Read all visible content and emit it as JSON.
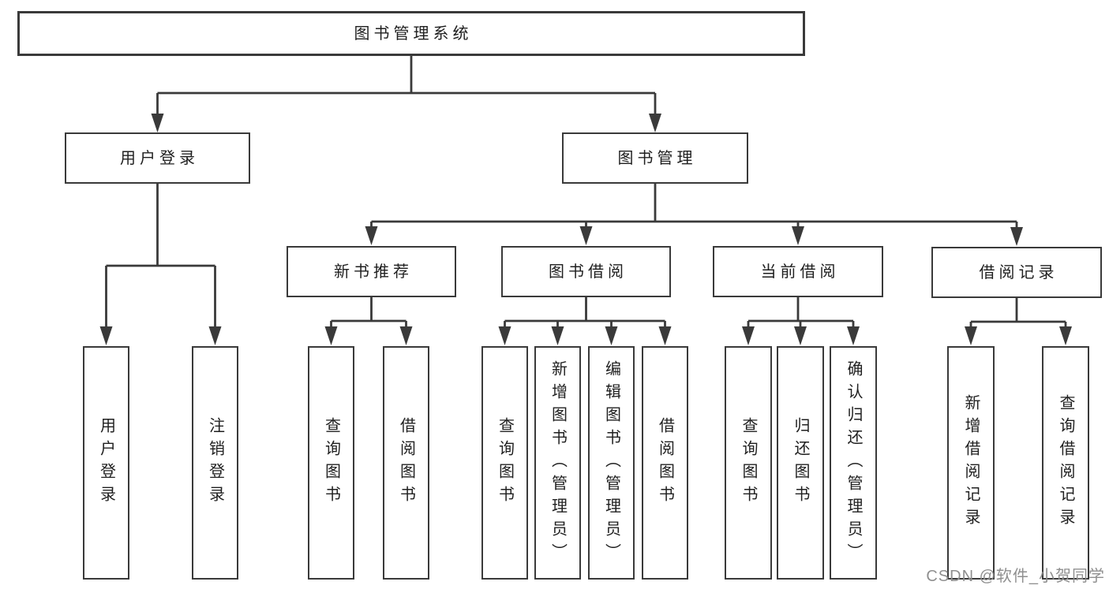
{
  "diagram": {
    "title": "图书管理系统",
    "root": {
      "label": "图书管理系统"
    },
    "level1": [
      {
        "id": "user-login",
        "label": "用户登录",
        "parent": "root"
      },
      {
        "id": "book-management",
        "label": "图书管理",
        "parent": "root"
      }
    ],
    "level2": [
      {
        "id": "new-book-recommend",
        "label": "新书推荐",
        "parent": "book-management"
      },
      {
        "id": "book-borrow",
        "label": "图书借阅",
        "parent": "book-management"
      },
      {
        "id": "current-borrow",
        "label": "当前借阅",
        "parent": "book-management"
      },
      {
        "id": "borrow-records",
        "label": "借阅记录",
        "parent": "book-management"
      }
    ],
    "leaves": [
      {
        "label": "用户登录",
        "parent": "user-login"
      },
      {
        "label": "注销登录",
        "parent": "user-login"
      },
      {
        "label": "查询图书",
        "parent": "new-book-recommend"
      },
      {
        "label": "借阅图书",
        "parent": "new-book-recommend"
      },
      {
        "label": "查询图书",
        "parent": "book-borrow"
      },
      {
        "label": "新增图书（管理员）",
        "parent": "book-borrow"
      },
      {
        "label": "编辑图书（管理员）",
        "parent": "book-borrow"
      },
      {
        "label": "借阅图书",
        "parent": "book-borrow"
      },
      {
        "label": "查询图书",
        "parent": "current-borrow"
      },
      {
        "label": "归还图书",
        "parent": "current-borrow"
      },
      {
        "label": "确认归还（管理员）",
        "parent": "current-borrow"
      },
      {
        "label": "新增借阅记录",
        "parent": "borrow-records"
      },
      {
        "label": "查询借阅记录",
        "parent": "borrow-records"
      }
    ]
  },
  "watermark": {
    "text": "CSDN @软件_小贺同学",
    "color": "#8f8f8f"
  },
  "colors": {
    "line": "#3a3a3a",
    "background": "#ffffff",
    "text": "#1f1f1f"
  }
}
